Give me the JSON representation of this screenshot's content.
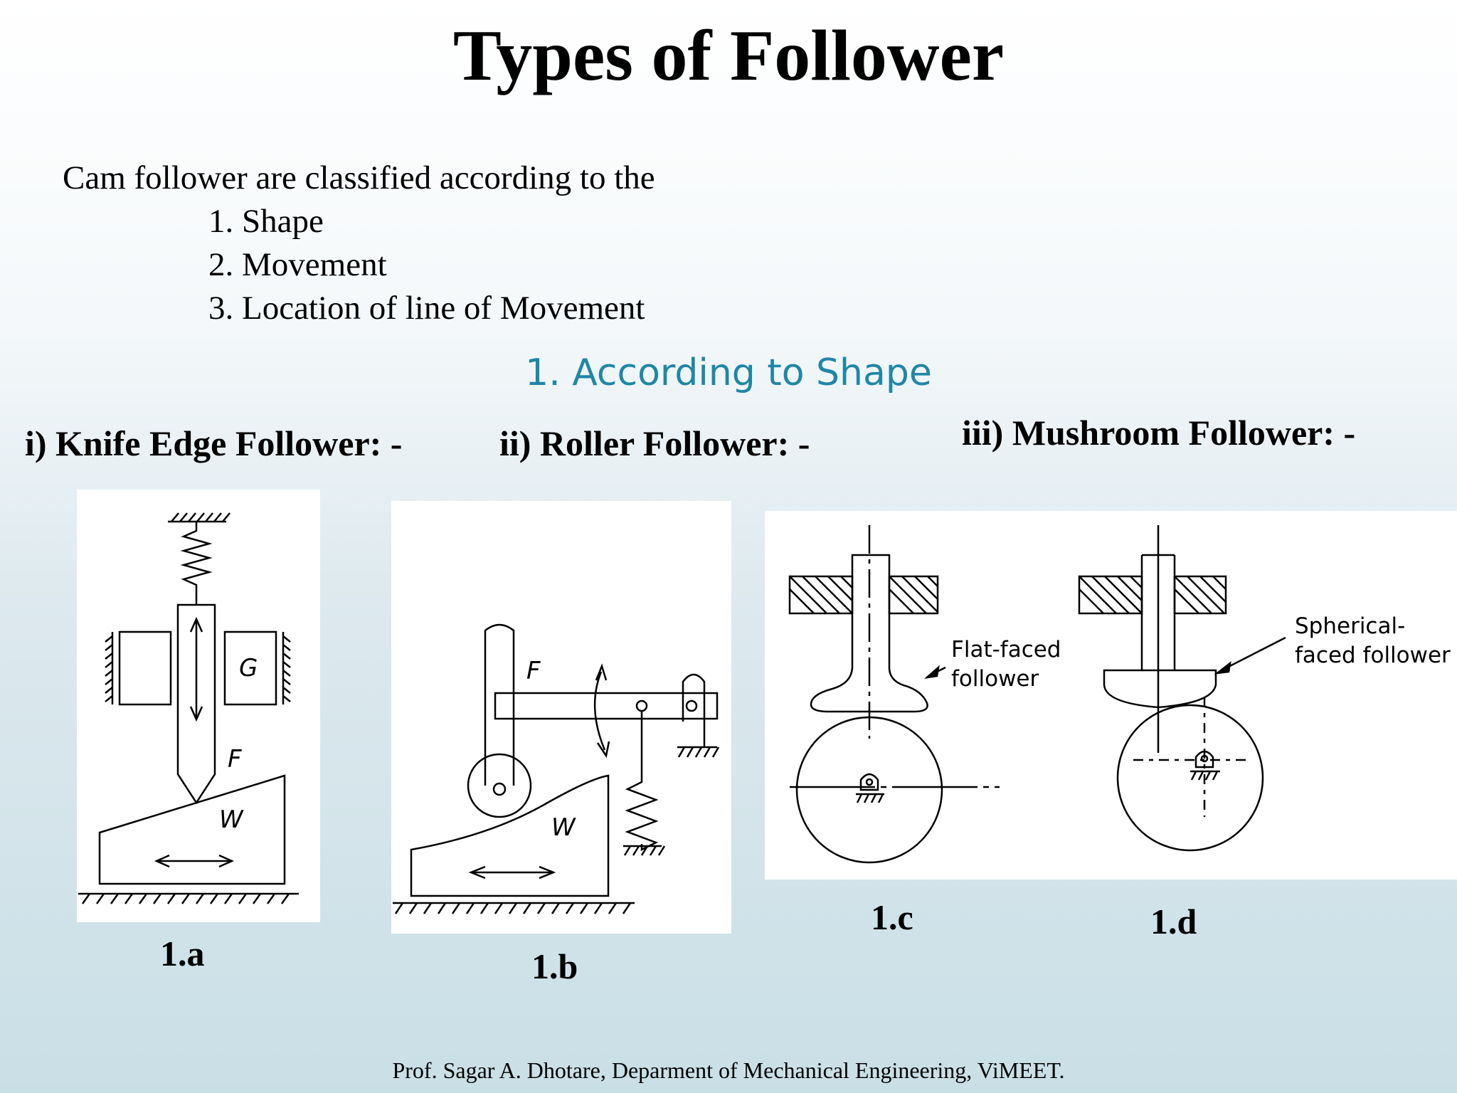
{
  "slide": {
    "title": "Types of Follower",
    "intro": "Cam follower are classified according to the",
    "items": [
      "1. Shape",
      "2. Movement",
      "3. Location of line of Movement"
    ],
    "section_heading": "1. According to Shape",
    "headings": {
      "knife": "i) Knife Edge Follower: -",
      "roller": "ii) Roller Follower: -",
      "mushroom": "iii) Mushroom Follower: -"
    },
    "captions": {
      "a": "1.a",
      "b": "1.b",
      "c": "1.c",
      "d": "1.d"
    },
    "figure_labels": {
      "g": "G",
      "f": "F",
      "w": "W",
      "flat_faced_line1": "Flat-faced",
      "flat_faced_line2": "follower",
      "spherical_line1": "Spherical-",
      "spherical_line2": "faced follower"
    },
    "footer": "Prof. Sagar A. Dhotare, Deparment of Mechanical Engineering, ViMEET."
  }
}
